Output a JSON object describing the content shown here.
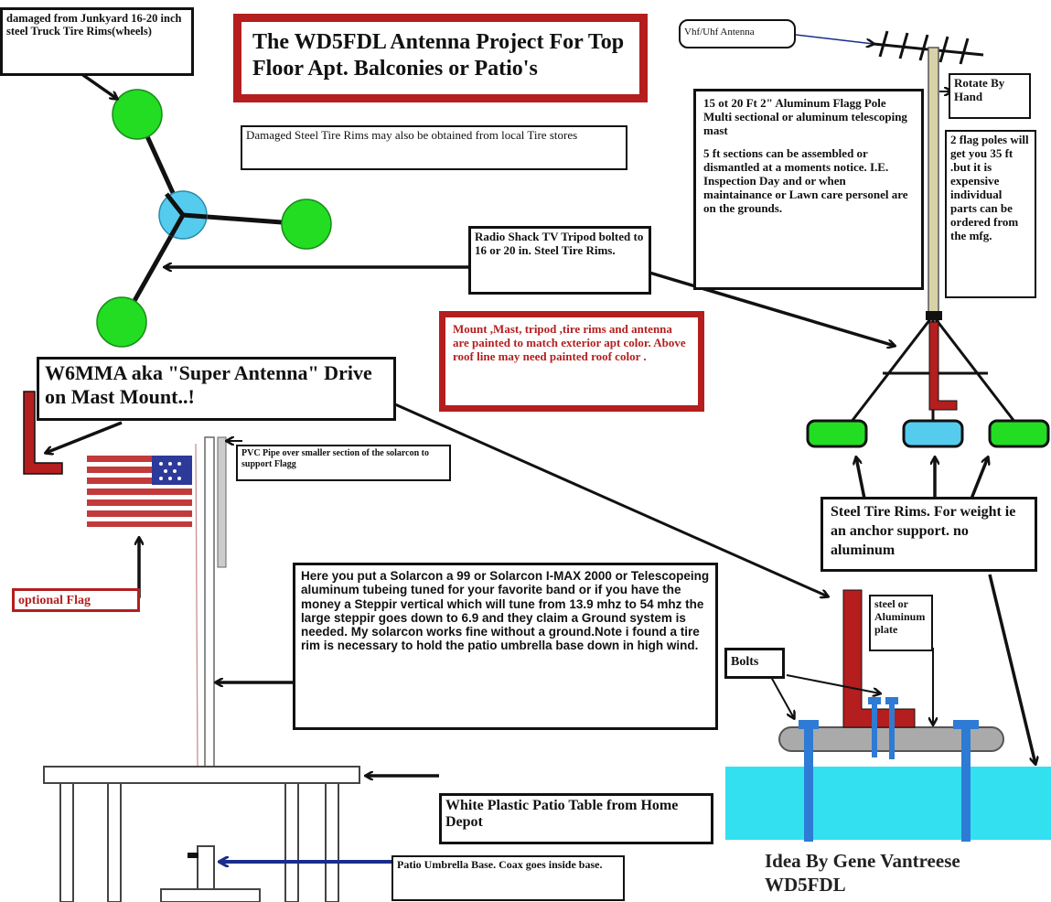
{
  "title": "The WD5FDL Antenna Project For Top Floor Apt. Balconies or Patio's",
  "labels": {
    "junkyard": "damaged from Junkyard 16-20 inch steel Truck Tire Rims(wheels)",
    "tire_stores": "Damaged Steel Tire Rims may also be obtained from local Tire stores",
    "vhf_uhf": "Vhf/Uhf Antenna",
    "rotate": "Rotate By Hand",
    "mast": "15 ot 20 Ft  2\" Aluminum Flagg Pole Multi sectional or aluminum telescoping mast",
    "sections": "5 ft sections can be assembled or dismantled at a moments notice. I.E. Inspection Day and or when maintainance or Lawn care personel are on the grounds.",
    "flag_poles": "2 flag poles will get you 35 ft .but it is expensive individual parts can be ordered from the mfg.",
    "tripod": "Radio Shack TV Tripod bolted to 16 or 20 in. Steel Tire Rims.",
    "paint": "Mount ,Mast, tripod ,tire rims and antenna are painted to match exterior apt color. Above roof line may need painted roof color .",
    "w6mma": "W6MMA aka \"Super Antenna\" Drive on Mast Mount..!",
    "pvc": "PVC Pipe over smaller section of the solarcon to support Flagg",
    "optional_flag": "optional Flag",
    "solarcon": "Here you put a Solarcon a 99 or Solarcon I-MAX 2000 or Telescopeing   aluminum   tubeing tuned for your favorite band or if you have the money a Steppir vertical which will tune from 13.9 mhz to 54 mhz the large steppir goes down to 6.9 and they claim a  Ground system is needed.  My solarcon works fine without a ground.Note i found a  tire rim is necessary to hold the patio umbrella base down in high wind.",
    "steel_rims": "Steel Tire Rims. For weight ie an anchor support. no aluminum",
    "steel_plate": "steel or Aluminum plate",
    "bolts": "Bolts",
    "patio_table": "White Plastic Patio Table from Home Depot",
    "umbrella_base": "Patio Umbrella Base. Coax goes inside base.",
    "credit_line1": "Idea By Gene Vantreese",
    "credit_line2": "WD5FDL"
  },
  "colors": {
    "title_border": "#b41e1e",
    "rim_green": "#22dd22",
    "hub_cyan": "#55ccee",
    "mount_red": "#b41e1e",
    "base_cyan": "#33e0f0",
    "bolt_blue": "#2d7bd4",
    "arrow_navy": "#1a2d8a"
  }
}
